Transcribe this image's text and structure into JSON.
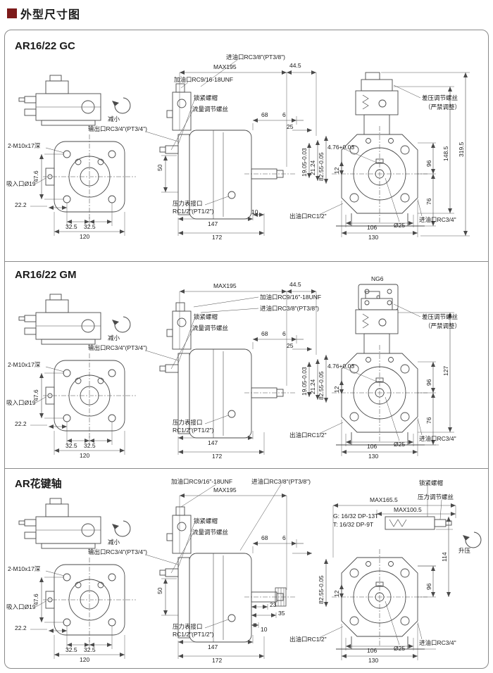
{
  "page": {
    "header_title": "外型尺寸图"
  },
  "panels": [
    {
      "title": "AR16/22 GC",
      "labels": {
        "inlet_top": "进油口RC3/8\"(PT3/8\")",
        "max195": "MAX195",
        "d44_5": "44.5",
        "fill_port": "加油口RC9/16-18UNF",
        "lock_nut": "锁紧螺帽",
        "flow_screw": "流量调节螺丝",
        "decrease": "减小",
        "output_port": "输出口RC3/4\"(PT3/4\")",
        "bolt_note": "2-M10x17深",
        "d47_6": "47.6",
        "suction": "吸入口Ø19",
        "d22_2": "22.2",
        "d32_5a": "32.5",
        "d32_5b": "32.5",
        "d120": "120",
        "d50": "50",
        "gauge1": "压力表接口",
        "gauge2": "RC1/2\"(PT1/2\")",
        "d147": "147",
        "d10": "10",
        "d172": "172",
        "d68": "68",
        "d6": "6",
        "d25": "25",
        "d19_05": "19.05-0.03",
        "d21_24": "21.24",
        "d82_55": "82.55-0.05",
        "d12": "12",
        "d4_76": "4.76+0.03",
        "diff1": "差压调节螺丝",
        "diff2": "（严禁调整）",
        "d96": "96",
        "d148_5": "148.5",
        "d319_5": "319.5",
        "d76": "76",
        "outlet": "出油口RC1/2\"",
        "d106": "106",
        "d130": "130",
        "dia25": "Ø25",
        "inlet_right": "进油口RC3/4\""
      }
    },
    {
      "title": "AR16/22 GM",
      "labels": {
        "max195": "MAX195",
        "d44_5": "44.5",
        "fill_port": "加油口RC9/16\"-18UNF",
        "inlet_port": "进油口RC3/8\"(PT3/8\")",
        "ng6": "NG6",
        "lock_nut": "锁紧螺帽",
        "flow_screw": "流量调节螺丝",
        "decrease": "减小",
        "output_port": "输出口RC3/4\"(PT3/4\")",
        "bolt_note": "2-M10x17深",
        "d47_6": "47.6",
        "suction": "吸入口Ø19",
        "d22_2": "22.2",
        "d32_5a": "32.5",
        "d32_5b": "32.5",
        "d120": "120",
        "gauge1": "压力表接口",
        "gauge2": "RC1/2\"(PT1/2\")",
        "d147": "147",
        "d172": "172",
        "d68": "68",
        "d6": "6",
        "d25": "25",
        "d19_05": "19.05-0.03",
        "d21_24": "21.24",
        "d82_55": "82.55-0.05",
        "d12": "12",
        "d4_76": "4.76+0.03",
        "diff1": "差压调节螺丝",
        "diff2": "（严禁调整）",
        "d96": "96",
        "d127": "127",
        "d76": "76",
        "outlet": "出油口RC1/2\"",
        "d106": "106",
        "d130": "130",
        "dia25": "Ø25",
        "inlet_right": "进油口RC3/4\""
      }
    },
    {
      "title": "AR花键轴",
      "labels": {
        "fill_port": "加油口RC9/16\"-18UNF",
        "inlet_port": "进油口RC3/8\"(PT3/8\")",
        "lock_nut2": "锁紧螺帽",
        "pressure_screw": "压力调节螺丝",
        "max165_5": "MAX165.5",
        "max100_5": "MAX100.5",
        "spline_g": "G: 16/32 DP-13T",
        "spline_t": "T: 16/32 DP-9T",
        "max195": "MAX195",
        "lock_nut": "锁紧螺帽",
        "flow_screw": "流量调节螺丝",
        "d68": "68",
        "d6": "6",
        "decrease": "减小",
        "output_port": "输出口RC3/4\"(PT3/4\")",
        "bolt_note": "2-M10x17深",
        "d47_6": "47.6",
        "suction": "吸入口Ø19",
        "d22_2": "22.2",
        "d32_5a": "32.5",
        "d32_5b": "32.5",
        "d120": "120",
        "d50": "50",
        "gauge1": "压力表接口",
        "gauge2": "RC1/2\"(PT1/2\")",
        "d23": "23",
        "d35": "35",
        "d10": "10",
        "d147": "147",
        "d172": "172",
        "d82_55": "82.55-0.05",
        "d12": "12",
        "outlet": "出油口RC1/2\"",
        "d106": "106",
        "d130": "130",
        "dia25": "Ø25",
        "inlet_right": "进油口RC3/4\"",
        "d96": "96",
        "d114": "114",
        "boost": "升压"
      }
    }
  ]
}
